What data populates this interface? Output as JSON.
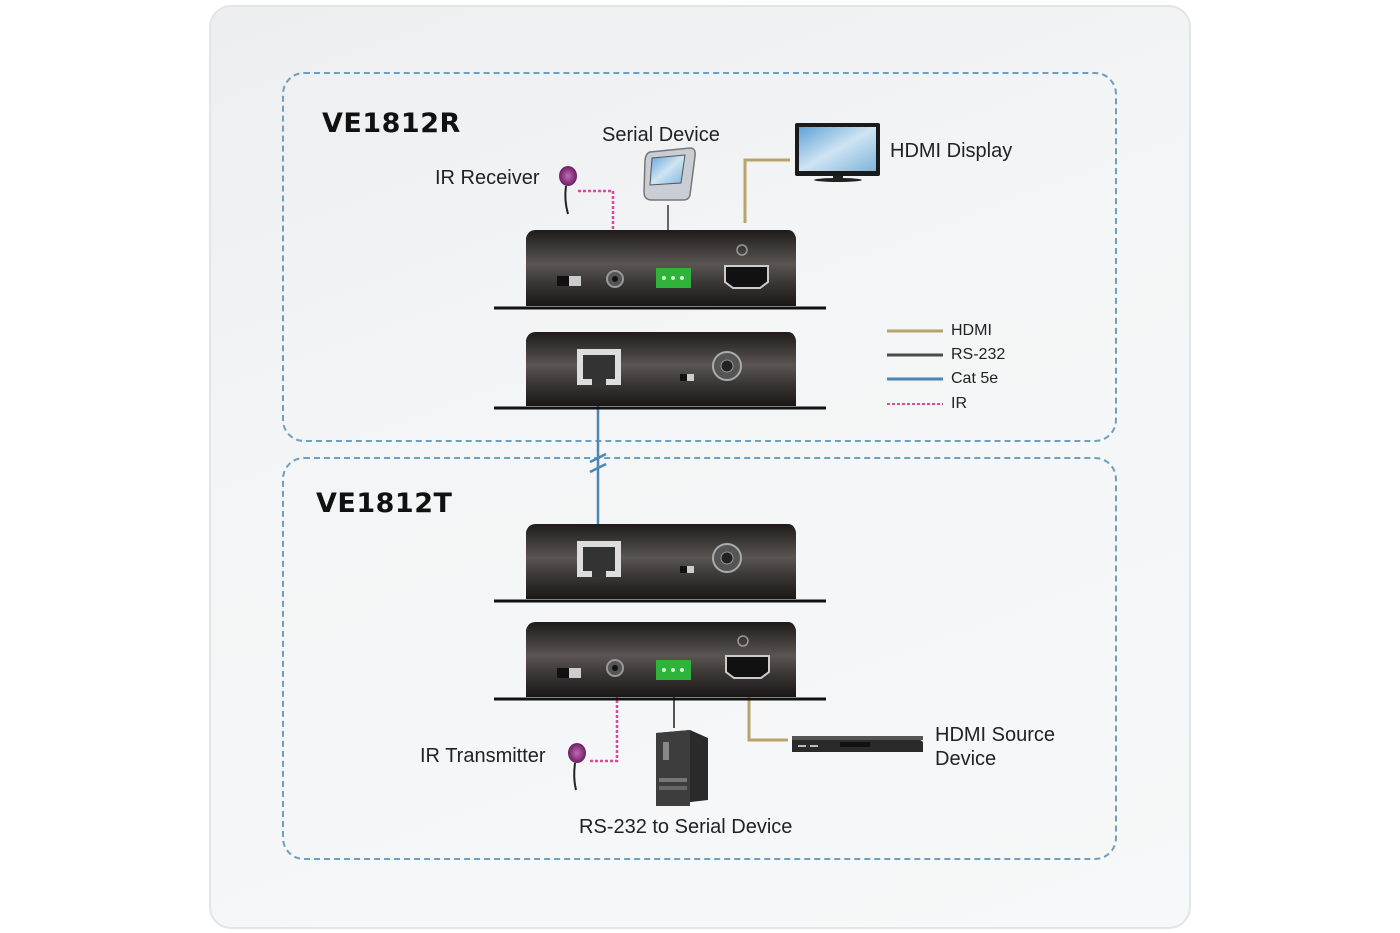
{
  "receiver": {
    "model": "VE1812R",
    "labels": {
      "ir_receiver": "IR Receiver",
      "serial_device": "Serial Device",
      "hdmi_display": "HDMI Display"
    }
  },
  "transmitter": {
    "model": "VE1812T",
    "labels": {
      "ir_transmitter": "IR Transmitter",
      "rs232_device": "RS-232 to Serial Device",
      "hdmi_source_line1": "HDMI Source",
      "hdmi_source_line2": "Device"
    }
  },
  "legend": [
    {
      "label": "HDMI",
      "color": "#b9a36c",
      "style": "solid"
    },
    {
      "label": "RS-232",
      "color": "#4a4a4a",
      "style": "solid"
    },
    {
      "label": "Cat 5e",
      "color": "#4b86b4",
      "style": "solid"
    },
    {
      "label": "IR",
      "color": "#e0479e",
      "style": "dashed"
    }
  ],
  "colors": {
    "zone_border": "#6f9fbe",
    "device_body": "#2e2a29",
    "terminal_green": "#2fb33a"
  }
}
